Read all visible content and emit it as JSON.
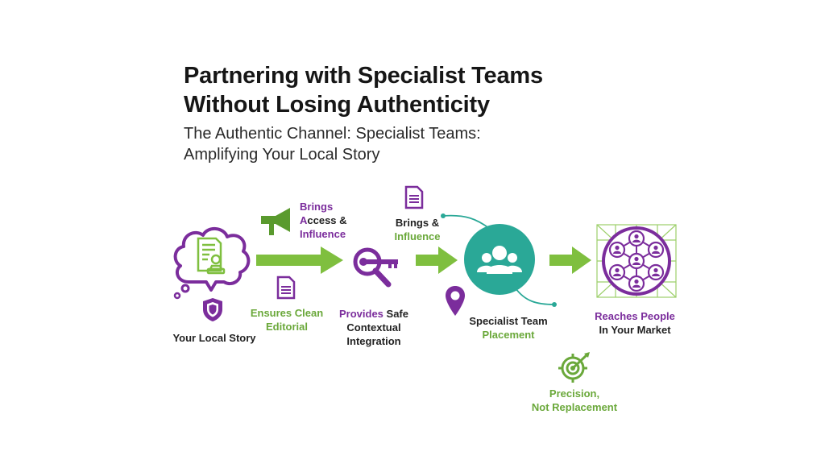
{
  "header": {
    "title_line1": "Partnering with Specialist Teams",
    "title_line2": "Without Losing Authenticity",
    "subtitle_line1": "The Authentic Channel: Specialist Teams:",
    "subtitle_line2": "Amplifying Your Local Story"
  },
  "colors": {
    "purple": "#7b2d9c",
    "green": "#7fbf3f",
    "teal": "#2aa897",
    "text": "#222222"
  },
  "nodes": {
    "local_story": {
      "label": "Your Local Story",
      "icon": "thought-cloud-document-stamp-icon",
      "badge_icon": "shield-icon"
    },
    "editorial": {
      "line1": "Ensures Clean",
      "line2": "Editorial",
      "icon": "document-icon"
    },
    "access": {
      "line1": "Brings",
      "line2_a": "A",
      "line2_b": "ccess &",
      "line3": "Influence",
      "icon": "megaphone-icon"
    },
    "integration": {
      "line1_a": "Provides",
      "line1_b": " Safe",
      "line2": "Contextual",
      "line3": "Integration",
      "icon": "key-magnifier-icon"
    },
    "influence": {
      "line1": "Brings &",
      "line2": "Influence",
      "icon": "document-icon"
    },
    "placement": {
      "line1": "Specialist Team",
      "line2": "Placement",
      "icon": "team-circle-icon",
      "pin_icon": "location-pin-icon"
    },
    "market": {
      "line1": "Reaches People",
      "line2": "In Your Market",
      "icon": "people-network-icon"
    },
    "precision": {
      "line1": "Precision,",
      "line2": "Not Replacement",
      "icon": "target-arrow-icon"
    }
  }
}
